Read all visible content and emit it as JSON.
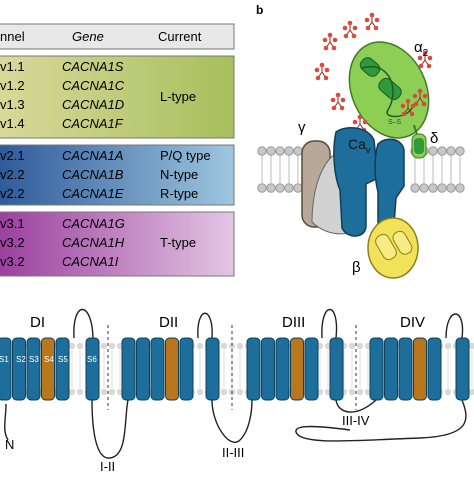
{
  "panel_b_label": "b",
  "table": {
    "headers": {
      "channel": "nnel",
      "gene": "Gene",
      "current": "Current"
    },
    "groups": [
      {
        "rows": [
          {
            "channel": "v1.1",
            "gene": "CACNA1S"
          },
          {
            "channel": "v1.2",
            "gene": "CACNA1C"
          },
          {
            "channel": "v1.3",
            "gene": "CACNA1D"
          },
          {
            "channel": "v1.4",
            "gene": "CACNA1F"
          }
        ],
        "current": [
          "L-type"
        ],
        "colors": [
          "#d9d99a",
          "#a7bf5c"
        ]
      },
      {
        "rows": [
          {
            "channel": "v2.1",
            "gene": "CACNA1A",
            "current": "P/Q type"
          },
          {
            "channel": "v2.2",
            "gene": "CACNA1B",
            "current": "N-type"
          },
          {
            "channel": "v2.2",
            "gene": "CACNA1E",
            "current": "R-type"
          }
        ],
        "colors": [
          "#2e5a9a",
          "#9ec6de"
        ]
      },
      {
        "rows": [
          {
            "channel": "v3.1",
            "gene": "CACNA1G"
          },
          {
            "channel": "v3.2",
            "gene": "CACNA1H"
          },
          {
            "channel": "v3.2",
            "gene": "CACNA1I"
          }
        ],
        "current": [
          "T-type"
        ],
        "colors": [
          "#9a3f9e",
          "#e4c6e4"
        ]
      }
    ]
  },
  "subunits": {
    "alpha2": "α",
    "alpha2_sub": "2",
    "gamma": "γ",
    "cav": "Ca",
    "cav_sub": "v",
    "delta": "δ",
    "beta": "β",
    "disulfide": "S–S"
  },
  "topology": {
    "domains": [
      "DI",
      "DII",
      "DIII",
      "DIV"
    ],
    "segments": [
      "S1",
      "S2",
      "S3",
      "S4",
      "S5",
      "S6"
    ],
    "n_terminus": "N",
    "linkers": [
      "I-II",
      "II-III",
      "III-IV"
    ]
  },
  "colors": {
    "alpha2_delta": "#8dcf55",
    "helix": "#2f9a3c",
    "glycan": "#d94a3f",
    "channel": "#1d6e9a",
    "gamma": "#b7a89a",
    "beta": "#f1e25a",
    "s4": "#b9771d",
    "lipid_head": "#c8c8c8"
  }
}
